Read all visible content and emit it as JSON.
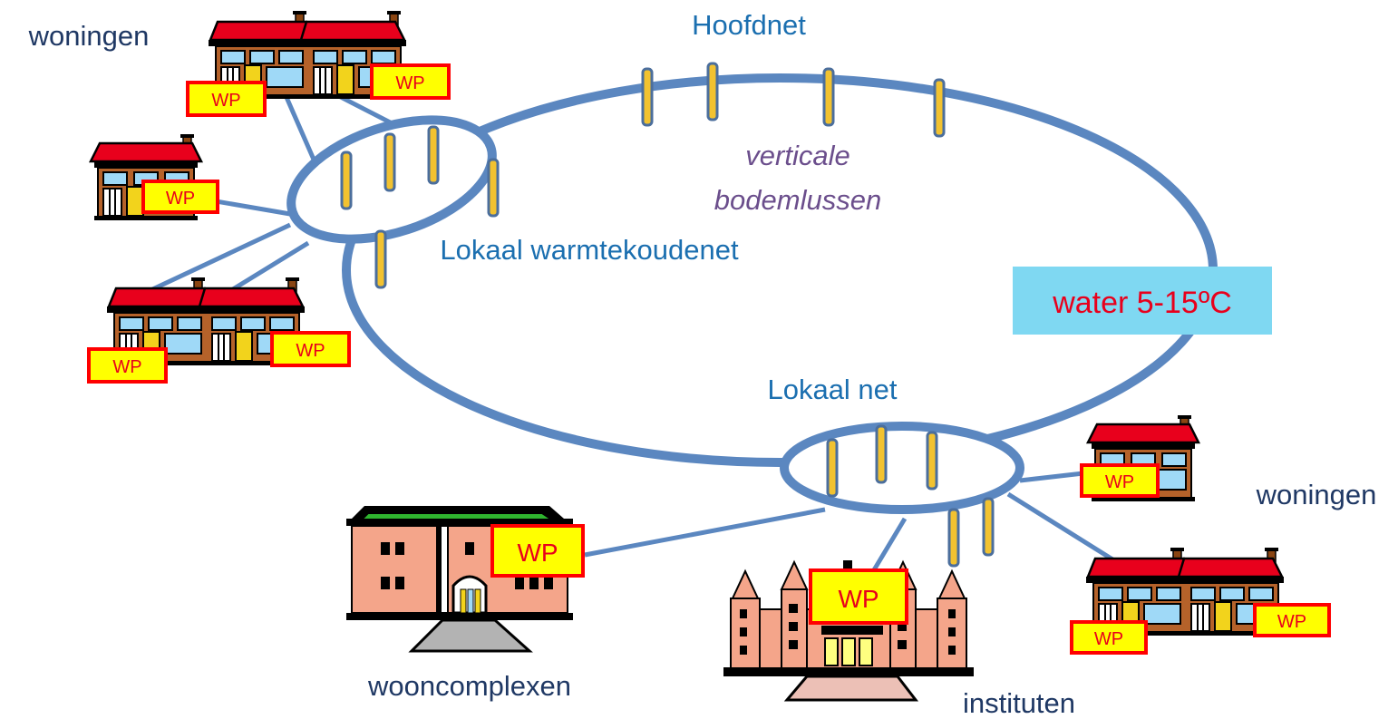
{
  "labels": {
    "hoofdnet": "Hoofdnet",
    "woningen_left": "woningen",
    "woningen_right": "woningen",
    "lokaal_warmtekoudenet": "Lokaal warmtekoudenet",
    "verticale_line1": "verticale",
    "verticale_line2": "bodemlussen",
    "water": "water 5-15ºC",
    "lokaal_net": "Lokaal net",
    "wooncomplexen": "wooncomplexen",
    "instituten": "instituten"
  },
  "wp_label": "WP",
  "colors": {
    "pipe": "#5b87c0",
    "label_blue": "#1b6fb0",
    "label_navy": "#1f3864",
    "label_purple": "#6b4e8c",
    "water_box": "#7fd8f2",
    "water_text": "#e8001c",
    "wp_fill": "#ffff00",
    "wp_border": "#ff0000",
    "roof_red": "#e8001c",
    "brick": "#b5622a",
    "window_blue": "#9fd9f7",
    "building_salmon": "#f4a58a",
    "roof_green": "#2fb52f"
  }
}
